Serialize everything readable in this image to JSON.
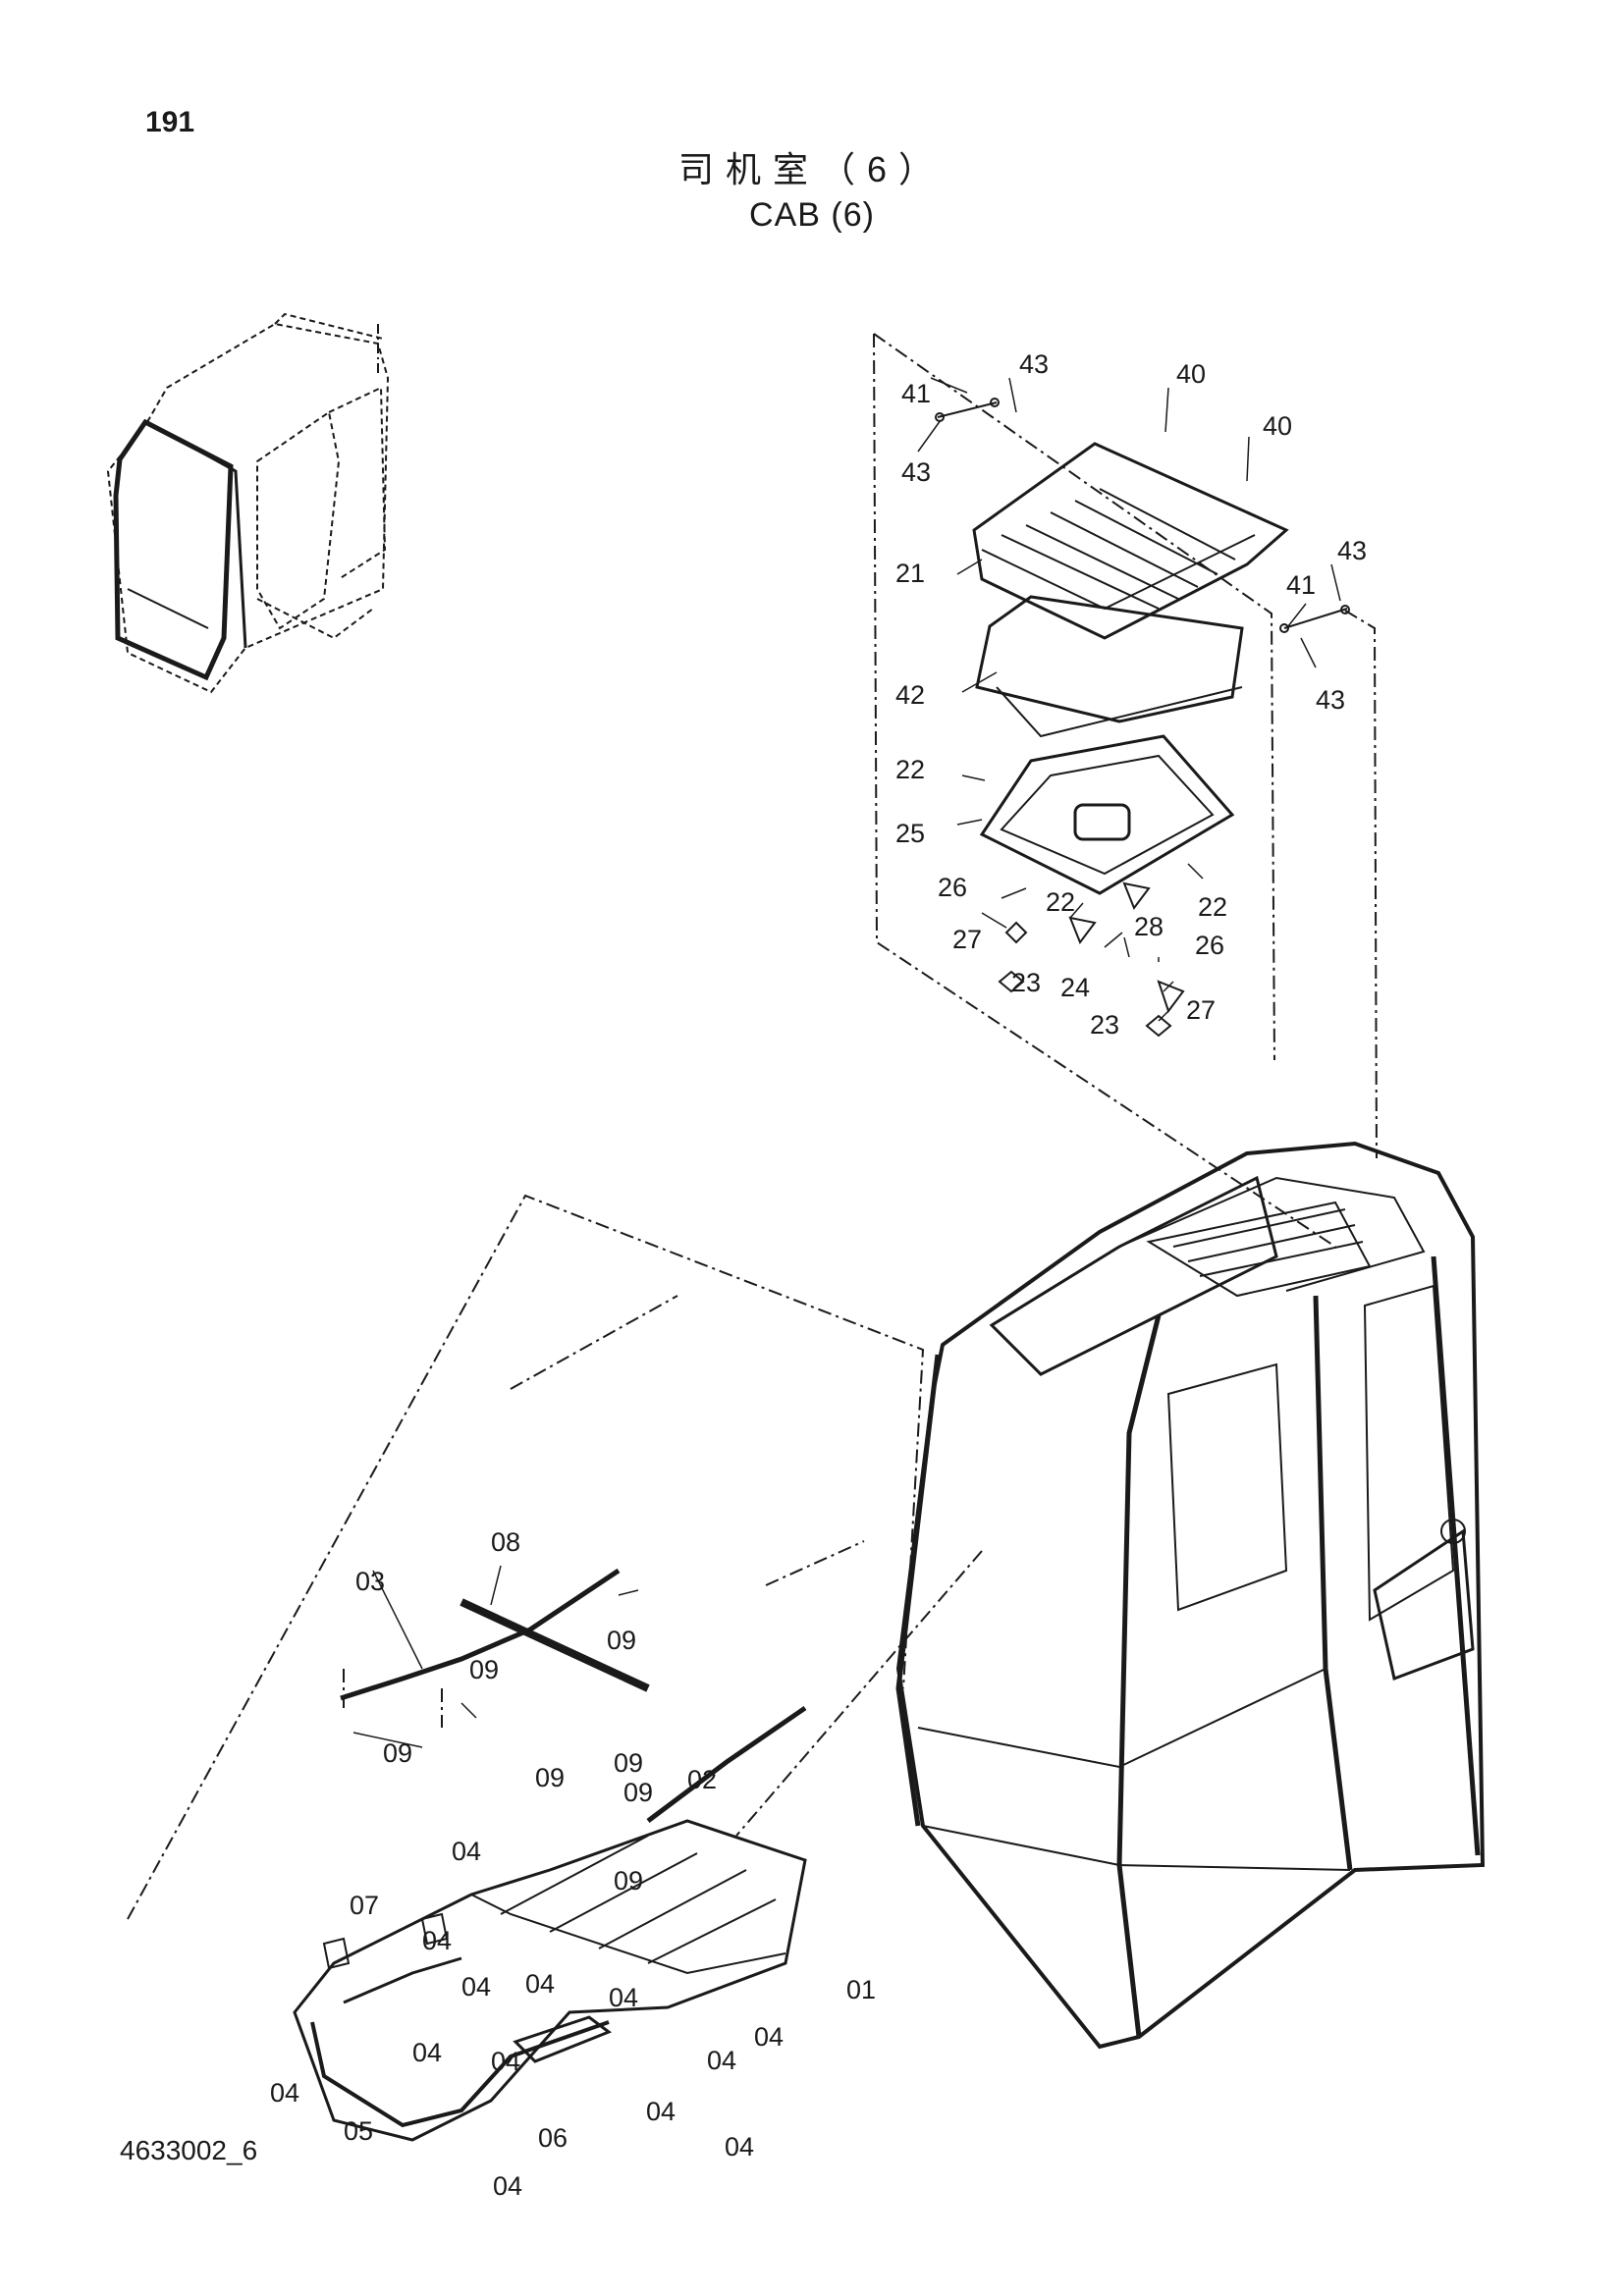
{
  "page_number": "191",
  "title": {
    "chinese": "司机室（6）",
    "english": "CAB (6)"
  },
  "drawing_number": "4633002_6",
  "callouts": [
    "43",
    "41",
    "43",
    "40",
    "40",
    "21",
    "43",
    "41",
    "43",
    "42",
    "22",
    "25",
    "22",
    "26",
    "22",
    "27",
    "28",
    "23",
    "24",
    "26",
    "23",
    "27",
    "08",
    "03",
    "09",
    "09",
    "09",
    "09",
    "09",
    "09",
    "09",
    "02",
    "04",
    "07",
    "04",
    "04",
    "01",
    "04",
    "04",
    "04",
    "04",
    "04",
    "04",
    "05",
    "06",
    "04",
    "04",
    "04",
    "04"
  ],
  "icons": {
    "overview": "cab-overview-icon",
    "roof-assembly": "roof-hatch-assembly-icon",
    "cab-frame": "cab-frame-icon",
    "headliner": "headliner-icon"
  },
  "colors": {
    "ink": "#1a1a1a",
    "background": "#ffffff"
  }
}
